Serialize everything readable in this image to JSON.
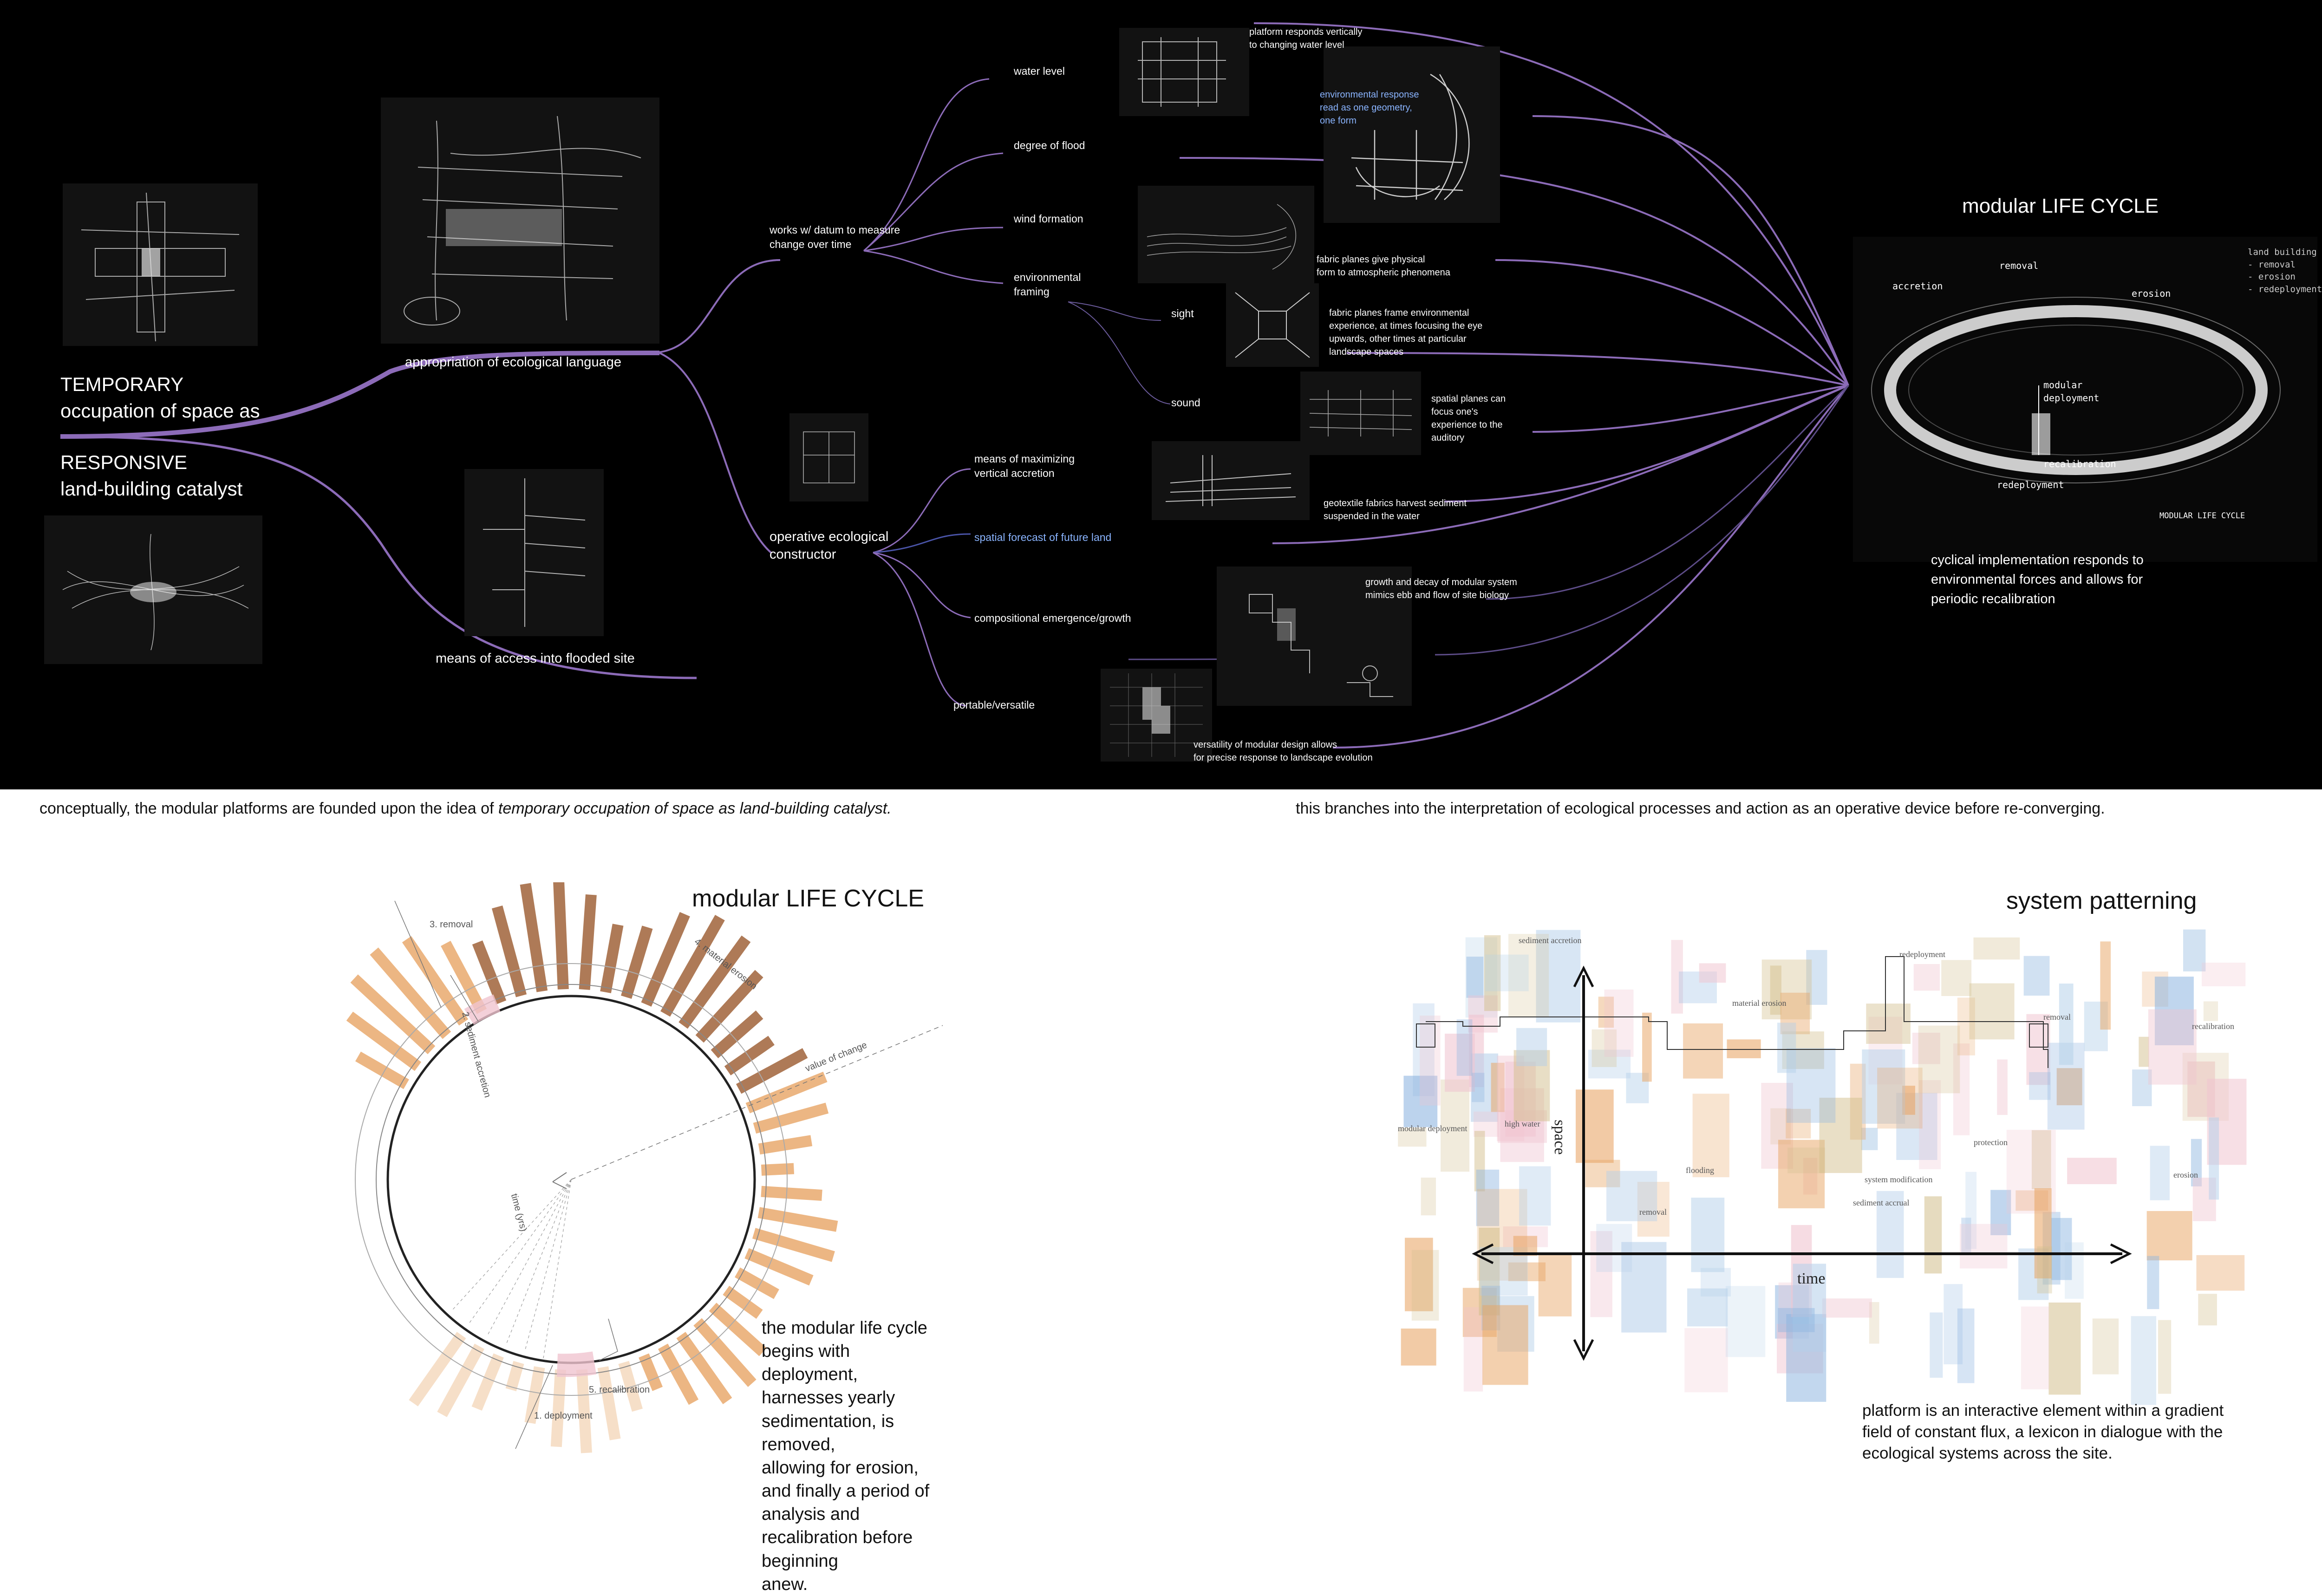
{
  "root": {
    "line1": "TEMPORARY\noccupation of space as",
    "line2": "RESPONSIVE\nland-building catalyst"
  },
  "branches": {
    "appropriation": "appropriation of ecological language",
    "access": "means of access into flooded site",
    "datum": "works w/ datum to measure\nchange over time",
    "constructor": "operative ecological\nconstructor"
  },
  "leaves": {
    "water_level": "water level",
    "degree_flood": "degree of flood",
    "wind": "wind formation",
    "framing": "environmental\nframing",
    "sight": "sight",
    "sound": "sound",
    "vertical": "means of maximizing\nvertical accretion",
    "forecast": "spatial forecast of future land",
    "emergence": "compositional emergence/growth",
    "portable": "portable/versatile"
  },
  "notes": {
    "water": "platform responds vertically\nto changing water level",
    "geometry": "environmental response\nread as one geometry,\none form",
    "fabric": "fabric planes give physical\nform to atmospheric phenomena",
    "frame": "fabric planes frame environmental\nexperience, at times focusing the eye\nupwards, other times at particular\nlandscape spaces",
    "spatial": "spatial planes can\nfocus one's\nexperience to the\nauditory",
    "geotextile": "geotextile fabrics harvest sediment\nsuspended in the water",
    "growth": "growth and decay of modular system\nmimics ebb and flow of site biology",
    "versatility": "versatility of modular design allows\nfor precise response to landscape evolution"
  },
  "cycle": {
    "title": "modular LIFE CYCLE",
    "desc": "cyclical implementation responds to\nenvironmental forces and allows for\nperiodic recalibration",
    "accretion": "accretion",
    "removal": "removal",
    "erosion": "erosion",
    "deployment_mod": "modular\ndeployment",
    "recalibration": "recalibration",
    "redeployment": "redeployment",
    "sketch_title": "MODULAR LIFE CYCLE",
    "legend": "land building\n- removal\n- erosion\n- redeployment"
  },
  "captions": {
    "left_pre": "conceptually, the modular platforms are founded upon the idea of ",
    "left_em": "temporary occupation of space as land-building catalyst.",
    "right": "this branches into the interpretation of ecological processes and action as an operative device before re-converging."
  },
  "lifecycle_panel": {
    "title": "modular LIFE CYCLE",
    "labels": {
      "removal": "3. removal",
      "erosion": "4. material erosion",
      "accretion": "2. sediment accretion",
      "value": "value of change",
      "time": "time (yrs)",
      "recalibration": "5. recalibration",
      "deployment": "1. deployment"
    },
    "desc": "the modular life cycle begins with deployment,\nharnesses yearly sedimentation, is removed,\nallowing for erosion, and finally a period of\nanalysis and recalibration before beginning\nanew."
  },
  "patterning_panel": {
    "title": "system patterning",
    "axis_space": "space",
    "axis_time": "time",
    "labels": {
      "sediment_accretion": "sediment accretion",
      "material_erosion": "material erosion",
      "redeployment": "redeployment",
      "removal_top": "removal",
      "recalibration": "recalibration",
      "modular_deployment": "modular deployment",
      "high_water": "high water",
      "flooding": "flooding",
      "protection": "protection",
      "system_modification": "system modification",
      "removal_low": "removal",
      "erosion": "erosion",
      "sediment_accrual": "sediment accrual"
    },
    "desc": "platform is an interactive element within a gradient\nfield of constant flux, a lexicon in dialogue with the\necological systems across the site."
  },
  "colors": {
    "wire": "#8c6bb8",
    "wire_faint": "#5d4c88",
    "wire_blue": "#4a54a8",
    "brown": "#9a5a2e",
    "orange": "#e8a565",
    "pink": "#f0c4d0",
    "blue_wash": "#8fb6e0"
  }
}
